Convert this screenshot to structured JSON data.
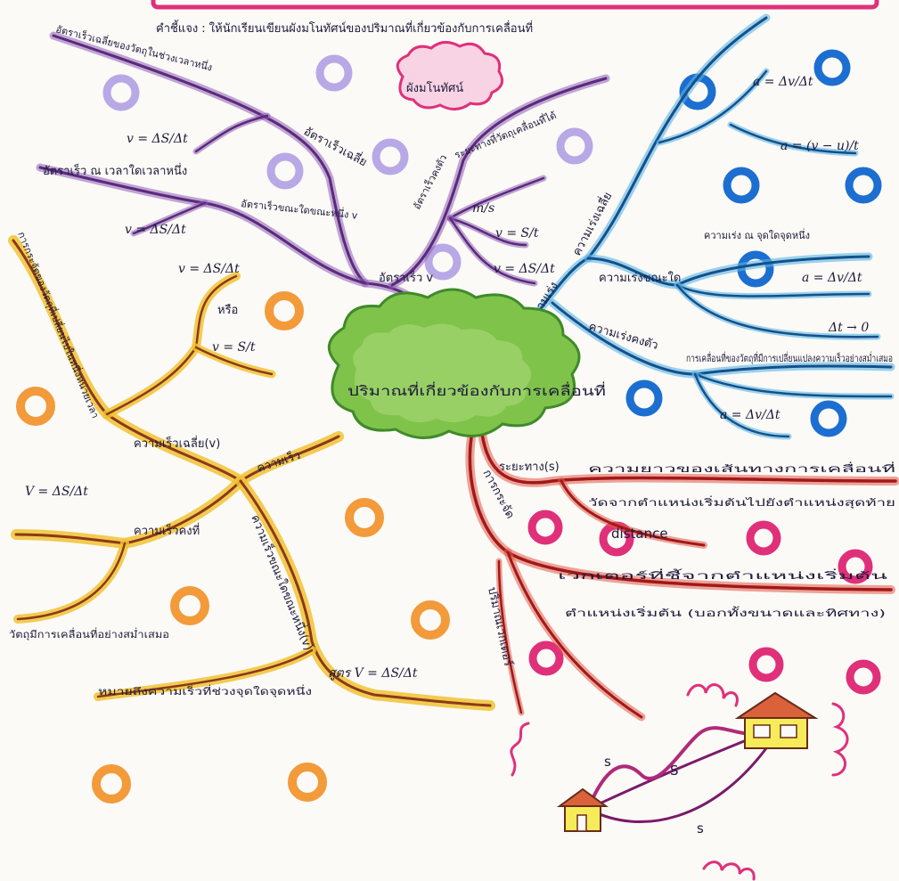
{
  "header_instruction": "คำชี้แจง  :  ให้นักเรียนเขียนผังมโนทัศน์ของปริมาณที่เกี่ยวข้องกับการเคลื่อนที่",
  "cloud_label": "ผังมโนทัศน์",
  "center_label": "ปริมาณที่เกี่ยวข้องกับการเคลื่อนที่",
  "colors": {
    "purple": "#7a2e9a",
    "blue": "#1c7fc8",
    "red": "#c3262a",
    "yellow": "#f1c232",
    "brown": "#8a3a1a",
    "green": "#58b23a",
    "pink": "#e0307a"
  },
  "purple_branch": {
    "main": "อัตราเร็ว v",
    "avg_speed": "อัตราเร็วเฉลี่ย",
    "avg_speed_def": "อัตราเร็วเฉลี่ยของวัตถุในช่วงเวลาหนึ่ง",
    "avg_speed_formula": "v = ΔS/Δt",
    "inst_speed": "อัตราเร็วขณะใดขณะหนึ่ง v",
    "inst_speed_def": "อัตราเร็ว ณ เวลาใดเวลาหนึ่ง",
    "inst_speed_formula": "v = ΔS/Δt",
    "const_speed": "อัตราเร็วคงตัว",
    "const_speed_def": "ระยะทางที่วัตถุเคลื่อนที่ได้",
    "unit": "m/s",
    "formula_a": "v = S/t",
    "formula_b": "v = ΔS/Δt"
  },
  "blue_branch": {
    "main": "ความเร่ง",
    "avg_accel": "ความเร่งเฉลี่ย",
    "avg_accel_formula": "a = Δv/Δt",
    "avg_accel_formula2": "a = (v − u)/t",
    "inst_accel": "ความเร่งขณะใด",
    "inst_accel_def": "ความเร่ง ณ จุดใดจุดหนึ่ง",
    "inst_formula": "a = Δv/Δt",
    "inst_limit": "Δt → 0",
    "const_accel": "ความเร่งคงตัว",
    "const_accel_def": "การเคลื่อนที่ของวัตถุที่มีการเปลี่ยนแปลงความเร็วอย่างสม่ำเสมอ",
    "const_formula": "a = Δv/Δt"
  },
  "red_branch": {
    "distance": "ระยะทาง(s)",
    "distance_def": "ความยาวของเส้นทางการเคลื่อนที่",
    "distance_def2": "วัดจากตำแหน่งเริ่มต้นไปยังตำแหน่งสุดท้าย",
    "distance_en": "distance",
    "displacement": "การกระจัด",
    "displacement_def": "เวกเตอร์ที่ชี้จากตำแหน่งเริ่มต้น",
    "displacement_def2": "ตำแหน่งเริ่มต้น (บอกทั้งขนาดและทิศทาง)",
    "displacement_type": "ปริมาณเวกเตอร์"
  },
  "yellow_branch": {
    "main": "ความเร็ว",
    "avg_velocity": "ความเร็วเฉลี่ย(v)",
    "avg_formula": "v = ΔS/Δt",
    "or": "หรือ",
    "avg_formula2": "v = S/t",
    "velocity_desc": "การกระจัดของวัตถุที่เปลี่ยนไปในหนึ่งหน่วยเวลา",
    "const_velocity": "ความเร็วคงที่",
    "const_velocity_formula": "V = ΔS/Δt",
    "const_velocity_def": "วัตถุมีการเคลื่อนที่อย่างสม่ำเสมอ",
    "inst_velocity": "ความเร็วขณะใดขณะหนึ่ง(v)",
    "inst_velocity_def": "หมายถึงความเร็วที่ช่วงจุดใดจุดหนึ่ง",
    "inst_formula": "สูตร V = ΔS/Δt",
    "formula_label": "สูตร"
  },
  "sketch": {
    "label_s1": "s",
    "label_vec": "S",
    "label_s2": "s"
  }
}
